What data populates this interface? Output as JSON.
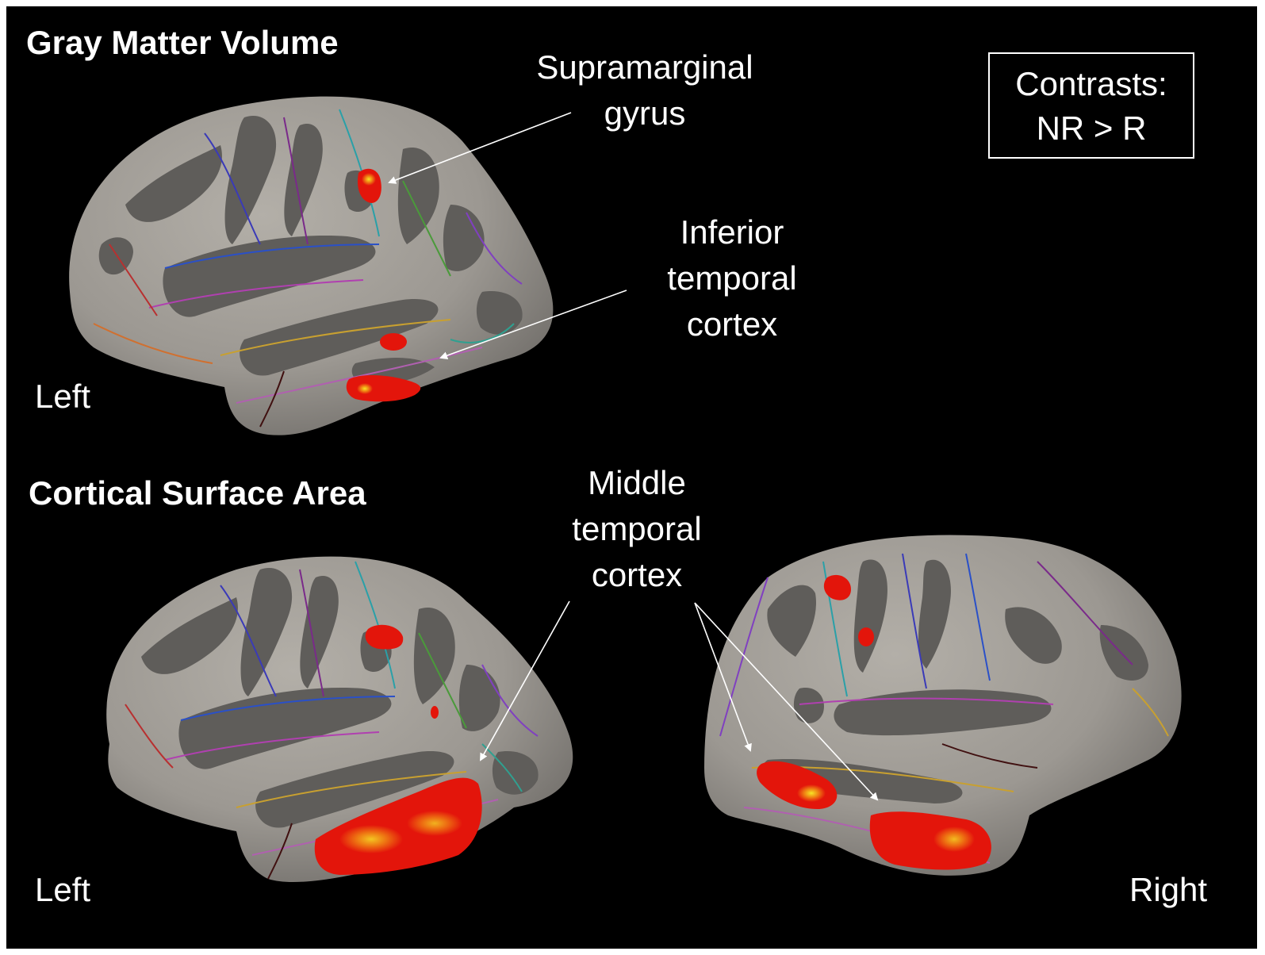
{
  "panels": {
    "top_title": "Gray Matter Volume",
    "bottom_title": "Cortical Surface Area"
  },
  "legend": {
    "line1": "Contrasts:",
    "line2": "NR > R"
  },
  "hemispheres": {
    "top_left": "Left",
    "bottom_left": "Left",
    "bottom_right": "Right"
  },
  "annotations": {
    "supramarginal": {
      "line1": "Supramarginal",
      "line2": "gyrus"
    },
    "inferior_temporal": {
      "line1": "Inferior",
      "line2": "temporal",
      "line3": "cortex"
    },
    "middle_temporal": {
      "line1": "Middle",
      "line2": "temporal",
      "line3": "cortex"
    }
  },
  "colors": {
    "background": "#000000",
    "cortex_light": "#a29e98",
    "cortex_dark": "#5e5c59",
    "activation_red": "#e8160c",
    "activation_yellow": "#f5d21e",
    "text": "#ffffff"
  }
}
